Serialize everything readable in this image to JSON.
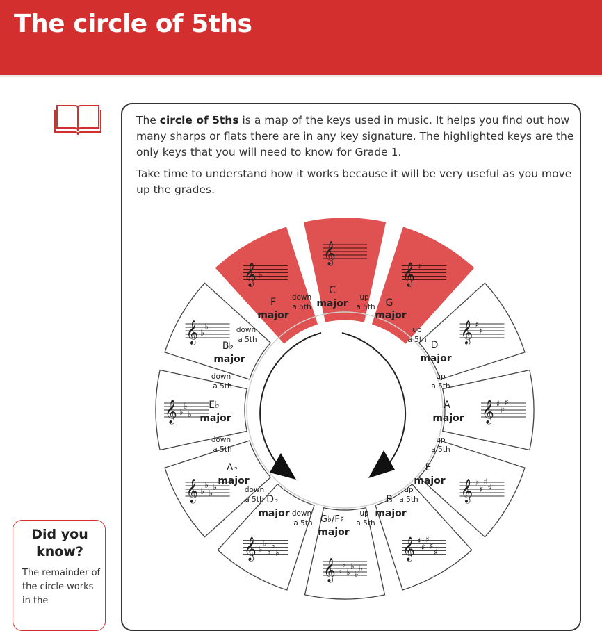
{
  "header": {
    "title": "The circle of 5ths"
  },
  "intro": {
    "p1_before": "The ",
    "p1_bold": "circle of 5ths",
    "p1_after": " is a map of the keys used in music. It helps you find out how many sharps or flats there are in any key signature. The highlighted keys are the only keys that you will need to know for Grade 1.",
    "p2": "Take time to understand how it works because it will be very useful as you move up the grades."
  },
  "circle": {
    "highlight_color": "#e05252",
    "keys": {
      "c": {
        "name": "C",
        "suffix": "major"
      },
      "g": {
        "name": "G",
        "suffix": "major"
      },
      "d": {
        "name": "D",
        "suffix": "major"
      },
      "a": {
        "name": "A",
        "suffix": "major"
      },
      "e": {
        "name": "E",
        "suffix": "major"
      },
      "b": {
        "name": "B",
        "suffix": "major"
      },
      "gb": {
        "name": "G♭/F♯",
        "suffix": "major"
      },
      "db": {
        "name": "D♭",
        "suffix": "major"
      },
      "ab": {
        "name": "A♭",
        "suffix": "major"
      },
      "eb": {
        "name": "E♭",
        "suffix": "major"
      },
      "bb": {
        "name": "B♭",
        "suffix": "major"
      },
      "f": {
        "name": "F",
        "suffix": "major"
      }
    },
    "up_line1": "up",
    "down_line1": "down",
    "fifth_line2": "a 5th",
    "clef": "𝄞",
    "sharp": "♯",
    "flat": "♭"
  },
  "tip": {
    "title": "Did you\nknow?",
    "body": "The remainder of the circle works in the"
  }
}
